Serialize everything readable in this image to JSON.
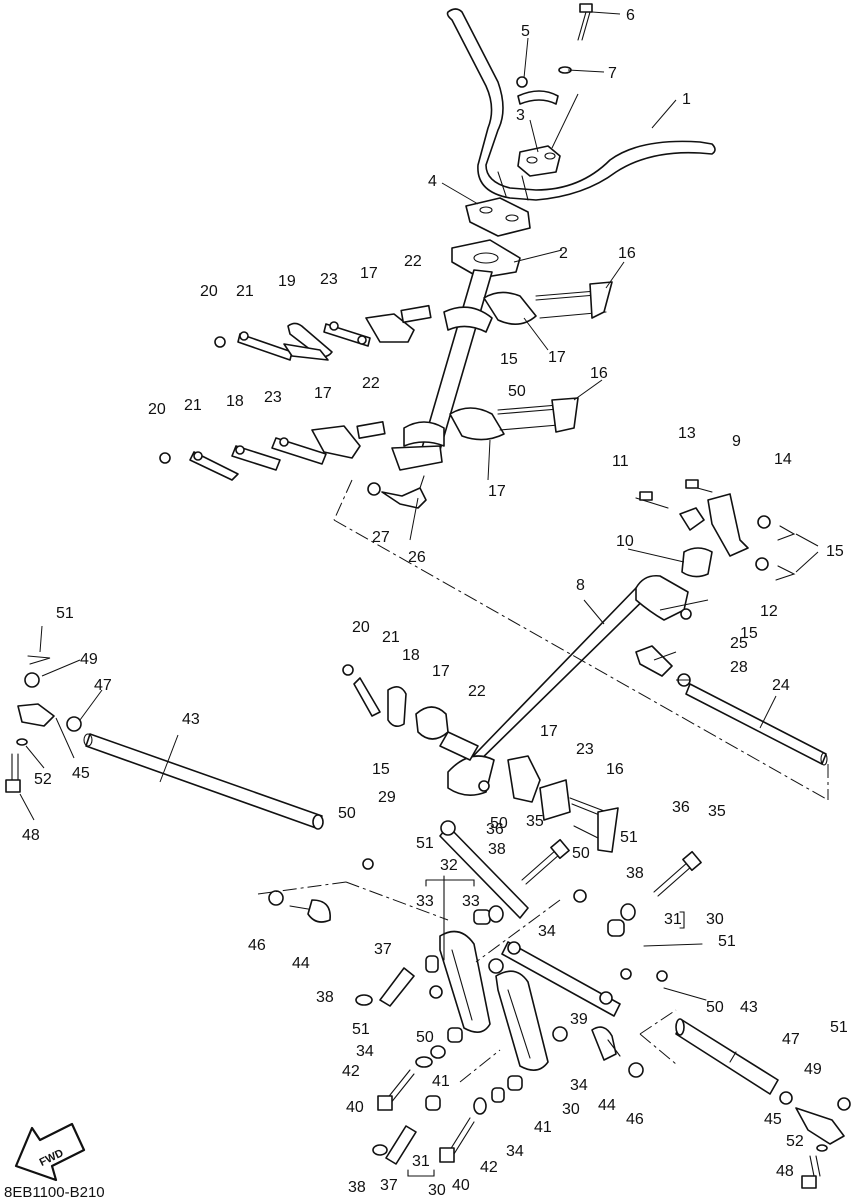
{
  "diagram_code": "8EB1100-B210",
  "fwd_label": "FWD",
  "callouts": [
    {
      "id": "c1",
      "text": "1"
    },
    {
      "id": "c2",
      "text": "2"
    },
    {
      "id": "c3",
      "text": "3"
    },
    {
      "id": "c4",
      "text": "4"
    },
    {
      "id": "c5",
      "text": "5"
    },
    {
      "id": "c6",
      "text": "6"
    },
    {
      "id": "c7",
      "text": "7"
    },
    {
      "id": "c8",
      "text": "8"
    },
    {
      "id": "c9",
      "text": "9"
    },
    {
      "id": "c10",
      "text": "10"
    },
    {
      "id": "c11",
      "text": "11"
    },
    {
      "id": "c12",
      "text": "12"
    },
    {
      "id": "c13",
      "text": "13"
    },
    {
      "id": "c14",
      "text": "14"
    },
    {
      "id": "c15a",
      "text": "15"
    },
    {
      "id": "c15b",
      "text": "15"
    },
    {
      "id": "c15c",
      "text": "15"
    },
    {
      "id": "c15d",
      "text": "15"
    },
    {
      "id": "c16a",
      "text": "16"
    },
    {
      "id": "c16b",
      "text": "16"
    },
    {
      "id": "c16c",
      "text": "16"
    },
    {
      "id": "c17a",
      "text": "17"
    },
    {
      "id": "c17b",
      "text": "17"
    },
    {
      "id": "c17c",
      "text": "17"
    },
    {
      "id": "c17d",
      "text": "17"
    },
    {
      "id": "c17e",
      "text": "17"
    },
    {
      "id": "c17f",
      "text": "17"
    },
    {
      "id": "c18a",
      "text": "18"
    },
    {
      "id": "c18b",
      "text": "18"
    },
    {
      "id": "c19",
      "text": "19"
    },
    {
      "id": "c20a",
      "text": "20"
    },
    {
      "id": "c20b",
      "text": "20"
    },
    {
      "id": "c20c",
      "text": "20"
    },
    {
      "id": "c21a",
      "text": "21"
    },
    {
      "id": "c21b",
      "text": "21"
    },
    {
      "id": "c21c",
      "text": "21"
    },
    {
      "id": "c22a",
      "text": "22"
    },
    {
      "id": "c22b",
      "text": "22"
    },
    {
      "id": "c22c",
      "text": "22"
    },
    {
      "id": "c23a",
      "text": "23"
    },
    {
      "id": "c23b",
      "text": "23"
    },
    {
      "id": "c23c",
      "text": "23"
    },
    {
      "id": "c24",
      "text": "24"
    },
    {
      "id": "c25",
      "text": "25"
    },
    {
      "id": "c26",
      "text": "26"
    },
    {
      "id": "c27",
      "text": "27"
    },
    {
      "id": "c28",
      "text": "28"
    },
    {
      "id": "c29",
      "text": "29"
    },
    {
      "id": "c30a",
      "text": "30"
    },
    {
      "id": "c30b",
      "text": "30"
    },
    {
      "id": "c30c",
      "text": "30"
    },
    {
      "id": "c31a",
      "text": "31"
    },
    {
      "id": "c31b",
      "text": "31"
    },
    {
      "id": "c32",
      "text": "32"
    },
    {
      "id": "c33a",
      "text": "33"
    },
    {
      "id": "c33b",
      "text": "33"
    },
    {
      "id": "c34a",
      "text": "34"
    },
    {
      "id": "c34b",
      "text": "34"
    },
    {
      "id": "c34c",
      "text": "34"
    },
    {
      "id": "c34d",
      "text": "34"
    },
    {
      "id": "c35a",
      "text": "35"
    },
    {
      "id": "c35b",
      "text": "35"
    },
    {
      "id": "c36a",
      "text": "36"
    },
    {
      "id": "c36b",
      "text": "36"
    },
    {
      "id": "c37a",
      "text": "37"
    },
    {
      "id": "c37b",
      "text": "37"
    },
    {
      "id": "c38a",
      "text": "38"
    },
    {
      "id": "c38b",
      "text": "38"
    },
    {
      "id": "c38c",
      "text": "38"
    },
    {
      "id": "c38d",
      "text": "38"
    },
    {
      "id": "c39",
      "text": "39"
    },
    {
      "id": "c40a",
      "text": "40"
    },
    {
      "id": "c40b",
      "text": "40"
    },
    {
      "id": "c41a",
      "text": "41"
    },
    {
      "id": "c41b",
      "text": "41"
    },
    {
      "id": "c42a",
      "text": "42"
    },
    {
      "id": "c42b",
      "text": "42"
    },
    {
      "id": "c43a",
      "text": "43"
    },
    {
      "id": "c43b",
      "text": "43"
    },
    {
      "id": "c44a",
      "text": "44"
    },
    {
      "id": "c44b",
      "text": "44"
    },
    {
      "id": "c45a",
      "text": "45"
    },
    {
      "id": "c45b",
      "text": "45"
    },
    {
      "id": "c46a",
      "text": "46"
    },
    {
      "id": "c46b",
      "text": "46"
    },
    {
      "id": "c47a",
      "text": "47"
    },
    {
      "id": "c47b",
      "text": "47"
    },
    {
      "id": "c48a",
      "text": "48"
    },
    {
      "id": "c48b",
      "text": "48"
    },
    {
      "id": "c49a",
      "text": "49"
    },
    {
      "id": "c49b",
      "text": "49"
    },
    {
      "id": "c50a",
      "text": "50"
    },
    {
      "id": "c50b",
      "text": "50"
    },
    {
      "id": "c50c",
      "text": "50"
    },
    {
      "id": "c50d",
      "text": "50"
    },
    {
      "id": "c50e",
      "text": "50"
    },
    {
      "id": "c50f",
      "text": "50"
    },
    {
      "id": "c51a",
      "text": "51"
    },
    {
      "id": "c51b",
      "text": "51"
    },
    {
      "id": "c51c",
      "text": "51"
    },
    {
      "id": "c51d",
      "text": "51"
    },
    {
      "id": "c51e",
      "text": "51"
    },
    {
      "id": "c51f",
      "text": "51"
    },
    {
      "id": "c52a",
      "text": "52"
    },
    {
      "id": "c52b",
      "text": "52"
    }
  ]
}
